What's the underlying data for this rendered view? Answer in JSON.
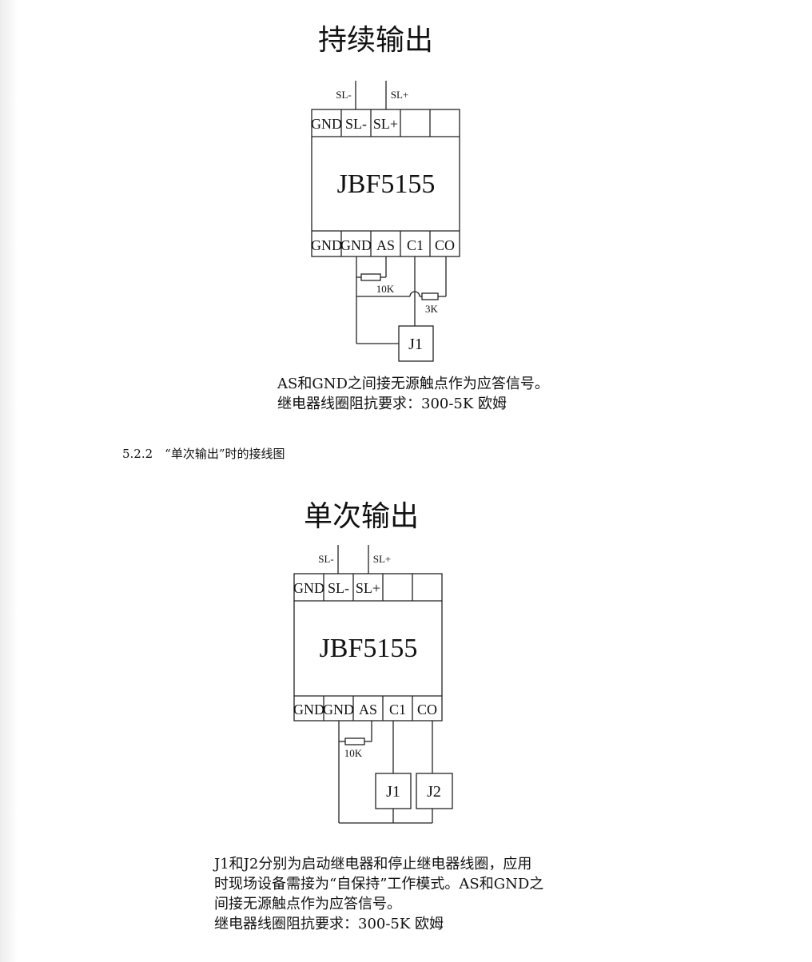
{
  "diagram1": {
    "title": "持续输出",
    "model": "JBF5155",
    "top_terminals": [
      "GND",
      "SL-",
      "SL+",
      "",
      ""
    ],
    "bottom_terminals": [
      "GND",
      "GND",
      "AS",
      "C1",
      "CO"
    ],
    "wire_labels": {
      "sl_minus": "SL-",
      "sl_plus": "SL+"
    },
    "resistor_labels": [
      "10K",
      "3K"
    ],
    "relay": "J1",
    "notes": [
      "AS和GND之间接无源触点作为应答信号。",
      "继电器线圈阻抗要求：300-5K 欧姆"
    ]
  },
  "section_heading": "5.2.2　“单次输出”时的接线图",
  "diagram2": {
    "title": "单次输出",
    "model": "JBF5155",
    "top_terminals": [
      "GND",
      "SL-",
      "SL+",
      "",
      ""
    ],
    "bottom_terminals": [
      "GND",
      "GND",
      "AS",
      "C1",
      "CO"
    ],
    "wire_labels": {
      "sl_minus": "SL-",
      "sl_plus": "SL+"
    },
    "resistor_labels": [
      "10K"
    ],
    "relays": [
      "J1",
      "J2"
    ],
    "notes": [
      "J1和J2分别为启动继电器和停止继电器线圈，应用",
      "时现场设备需接为“自保持”工作模式。AS和GND之",
      "间接无源触点作为应答信号。",
      "继电器线圈阻抗要求：300-5K 欧姆"
    ]
  }
}
